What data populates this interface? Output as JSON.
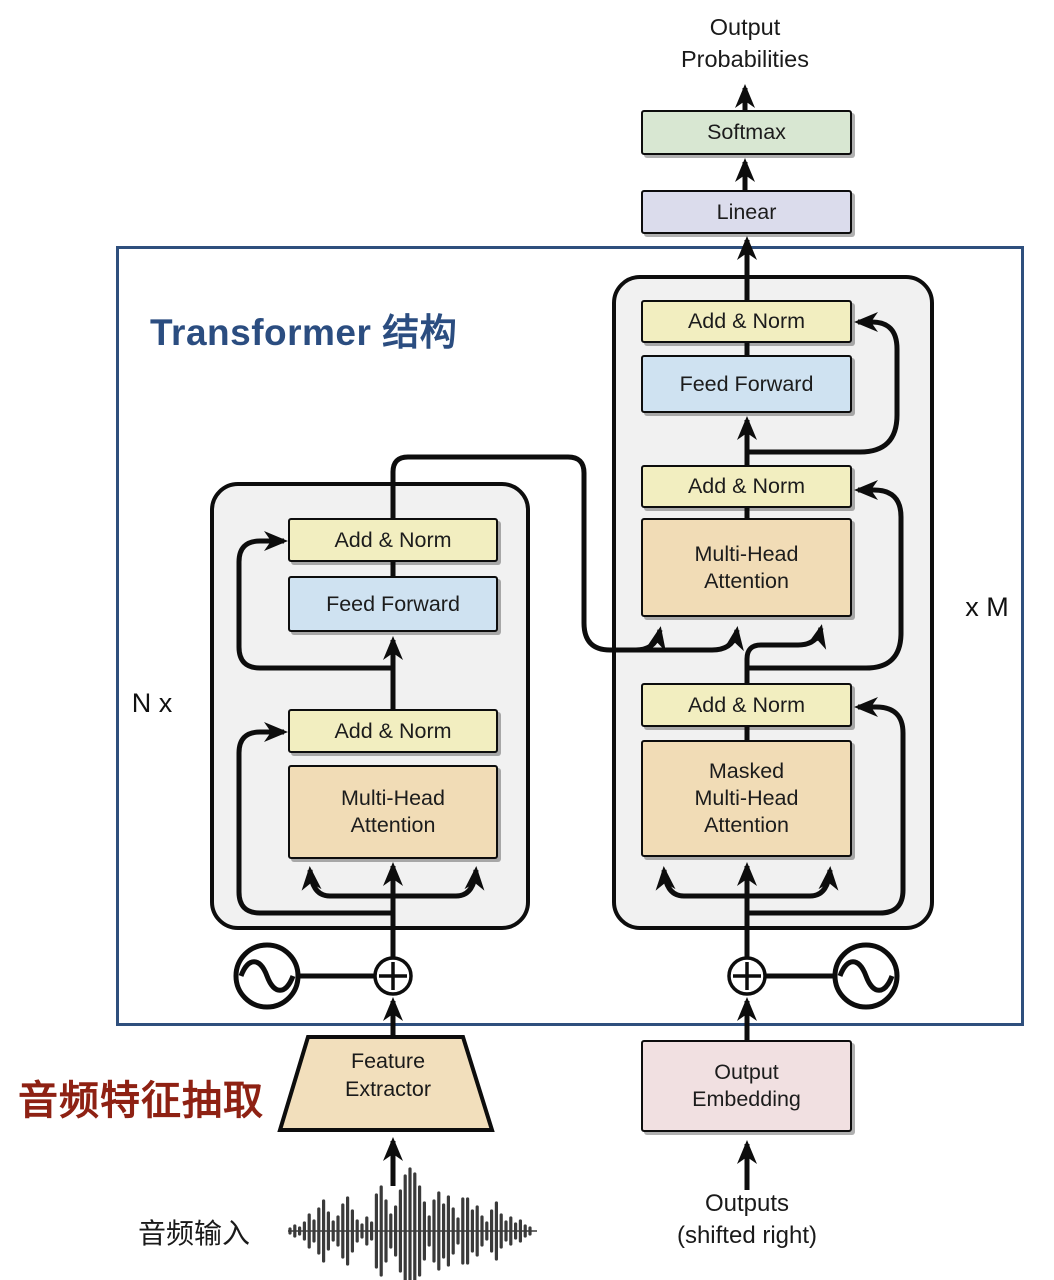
{
  "output": {
    "probabilities_l1": "Output",
    "probabilities_l2": "Probabilities",
    "softmax": "Softmax",
    "linear": "Linear"
  },
  "frame": {
    "title": "Transformer 结构",
    "encoder_repeat": "N x",
    "decoder_repeat": "x M",
    "border_color": "#2f4f7d",
    "title_color": "#2b4d80"
  },
  "encoder": {
    "add_norm_1": "Add & Norm",
    "feed_forward": "Feed Forward",
    "add_norm_2": "Add & Norm",
    "mha_l1": "Multi-Head",
    "mha_l2": "Attention"
  },
  "decoder": {
    "add_norm_top": "Add & Norm",
    "feed_forward": "Feed Forward",
    "add_norm_mid": "Add & Norm",
    "mha_l1": "Multi-Head",
    "mha_l2": "Attention",
    "add_norm_bot": "Add & Norm",
    "masked_l1": "Masked",
    "masked_l2": "Multi-Head",
    "masked_l3": "Attention"
  },
  "inputs": {
    "feature_extractor_l1": "Feature",
    "feature_extractor_l2": "Extractor",
    "audio_caption": "音频特征抽取",
    "audio_caption_color": "#8e2113",
    "audio_input_label": "音频输入",
    "output_embedding_l1": "Output",
    "output_embedding_l2": "Embedding",
    "outputs_l1": "Outputs",
    "outputs_l2": "(shifted right)"
  },
  "colors": {
    "add_norm": "#f2eec0",
    "feed_forward": "#cfe2f1",
    "attention": "#f1dcb6",
    "softmax": "#d8e7d2",
    "linear": "#dbdcec",
    "embedding": "#f1e0e1",
    "feature_extractor": "#f2dfbc",
    "block_fill": "#f1f1f1",
    "line": "#0d0d0d"
  }
}
